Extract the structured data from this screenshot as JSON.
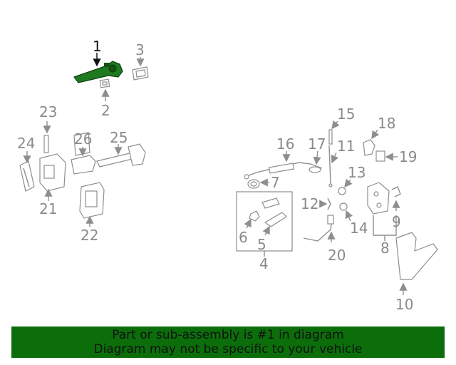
{
  "diagram": {
    "callouts": {
      "c1": "1",
      "c2": "2",
      "c3": "3",
      "c4": "4",
      "c5": "5",
      "c6": "6",
      "c7": "7",
      "c8": "8",
      "c9": "9",
      "c10": "10",
      "c11": "11",
      "c12": "12",
      "c13": "13",
      "c14": "14",
      "c15": "15",
      "c16": "16",
      "c17": "17",
      "c18": "18",
      "c19": "19",
      "c20": "20",
      "c21": "21",
      "c22": "22",
      "c23": "23",
      "c24": "24",
      "c25": "25",
      "c26": "26"
    },
    "highlight_color": "#1e7a1e",
    "highlighted_part": "1"
  },
  "banner": {
    "line1": "Part or sub-assembly is #1 in diagram",
    "line2": "Diagram may not be specific to your vehicle",
    "background": "#0b6e0b"
  }
}
